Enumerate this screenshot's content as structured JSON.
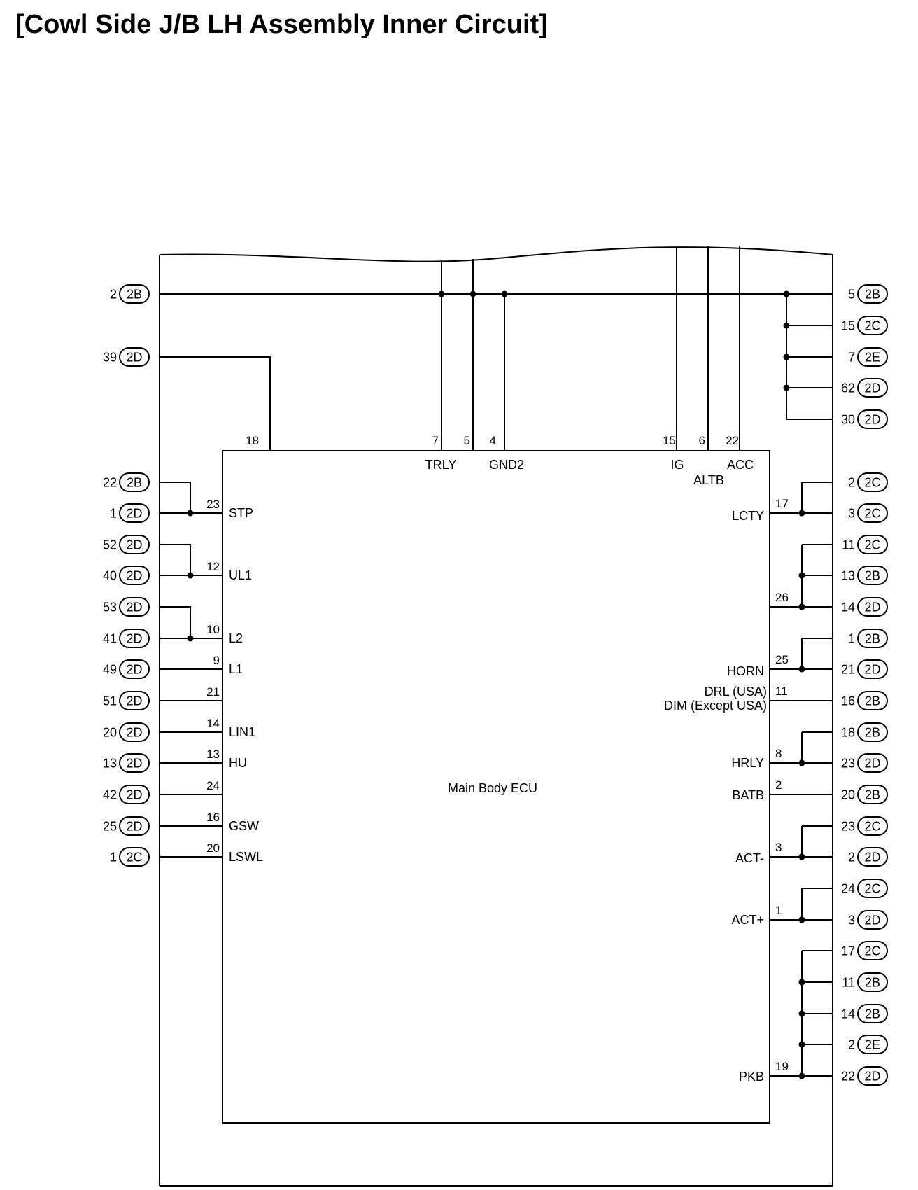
{
  "title": "[Cowl Side J/B LH Assembly Inner Circuit]",
  "ecu_label": "Main Body ECU",
  "left_connectors": [
    {
      "num": "2",
      "conn": "2B"
    },
    {
      "num": "39",
      "conn": "2D"
    },
    {
      "num": "22",
      "conn": "2B"
    },
    {
      "num": "1",
      "conn": "2D"
    },
    {
      "num": "52",
      "conn": "2D"
    },
    {
      "num": "40",
      "conn": "2D"
    },
    {
      "num": "53",
      "conn": "2D"
    },
    {
      "num": "41",
      "conn": "2D"
    },
    {
      "num": "49",
      "conn": "2D"
    },
    {
      "num": "51",
      "conn": "2D"
    },
    {
      "num": "20",
      "conn": "2D"
    },
    {
      "num": "13",
      "conn": "2D"
    },
    {
      "num": "42",
      "conn": "2D"
    },
    {
      "num": "25",
      "conn": "2D"
    },
    {
      "num": "1",
      "conn": "2C"
    }
  ],
  "right_connectors": [
    {
      "num": "5",
      "conn": "2B"
    },
    {
      "num": "15",
      "conn": "2C"
    },
    {
      "num": "7",
      "conn": "2E"
    },
    {
      "num": "62",
      "conn": "2D"
    },
    {
      "num": "30",
      "conn": "2D"
    },
    {
      "num": "2",
      "conn": "2C"
    },
    {
      "num": "3",
      "conn": "2C"
    },
    {
      "num": "11",
      "conn": "2C"
    },
    {
      "num": "13",
      "conn": "2B"
    },
    {
      "num": "14",
      "conn": "2D"
    },
    {
      "num": "1",
      "conn": "2B"
    },
    {
      "num": "21",
      "conn": "2D"
    },
    {
      "num": "16",
      "conn": "2B"
    },
    {
      "num": "18",
      "conn": "2B"
    },
    {
      "num": "23",
      "conn": "2D"
    },
    {
      "num": "20",
      "conn": "2B"
    },
    {
      "num": "23",
      "conn": "2C"
    },
    {
      "num": "2",
      "conn": "2D"
    },
    {
      "num": "24",
      "conn": "2C"
    },
    {
      "num": "3",
      "conn": "2D"
    },
    {
      "num": "17",
      "conn": "2C"
    },
    {
      "num": "11",
      "conn": "2B"
    },
    {
      "num": "14",
      "conn": "2B"
    },
    {
      "num": "2",
      "conn": "2E"
    },
    {
      "num": "22",
      "conn": "2D"
    }
  ],
  "top_pins": [
    {
      "pin": "18",
      "signal": ""
    },
    {
      "pin": "7",
      "signal": "TRLY"
    },
    {
      "pin": "5",
      "signal": ""
    },
    {
      "pin": "4",
      "signal": "GND2"
    },
    {
      "pin": "15",
      "signal": "IG"
    },
    {
      "pin": "6",
      "signal": "ALTB"
    },
    {
      "pin": "22",
      "signal": "ACC"
    }
  ],
  "left_pins": [
    {
      "pin": "23",
      "signal": "STP"
    },
    {
      "pin": "12",
      "signal": "UL1"
    },
    {
      "pin": "10",
      "signal": "L2"
    },
    {
      "pin": "9",
      "signal": "L1"
    },
    {
      "pin": "21",
      "signal": ""
    },
    {
      "pin": "14",
      "signal": "LIN1"
    },
    {
      "pin": "13",
      "signal": "HU"
    },
    {
      "pin": "24",
      "signal": ""
    },
    {
      "pin": "16",
      "signal": "GSW"
    },
    {
      "pin": "20",
      "signal": "LSWL"
    }
  ],
  "right_pins": [
    {
      "pin": "17",
      "signal": "LCTY"
    },
    {
      "pin": "26",
      "signal": ""
    },
    {
      "pin": "25",
      "signal": "HORN"
    },
    {
      "pin": "11",
      "signal": "DRL (USA)",
      "signal2": "DIM (Except USA)"
    },
    {
      "pin": "8",
      "signal": "HRLY"
    },
    {
      "pin": "2",
      "signal": "BATB"
    },
    {
      "pin": "3",
      "signal": "ACT-"
    },
    {
      "pin": "1",
      "signal": "ACT+"
    },
    {
      "pin": "19",
      "signal": "PKB"
    }
  ]
}
